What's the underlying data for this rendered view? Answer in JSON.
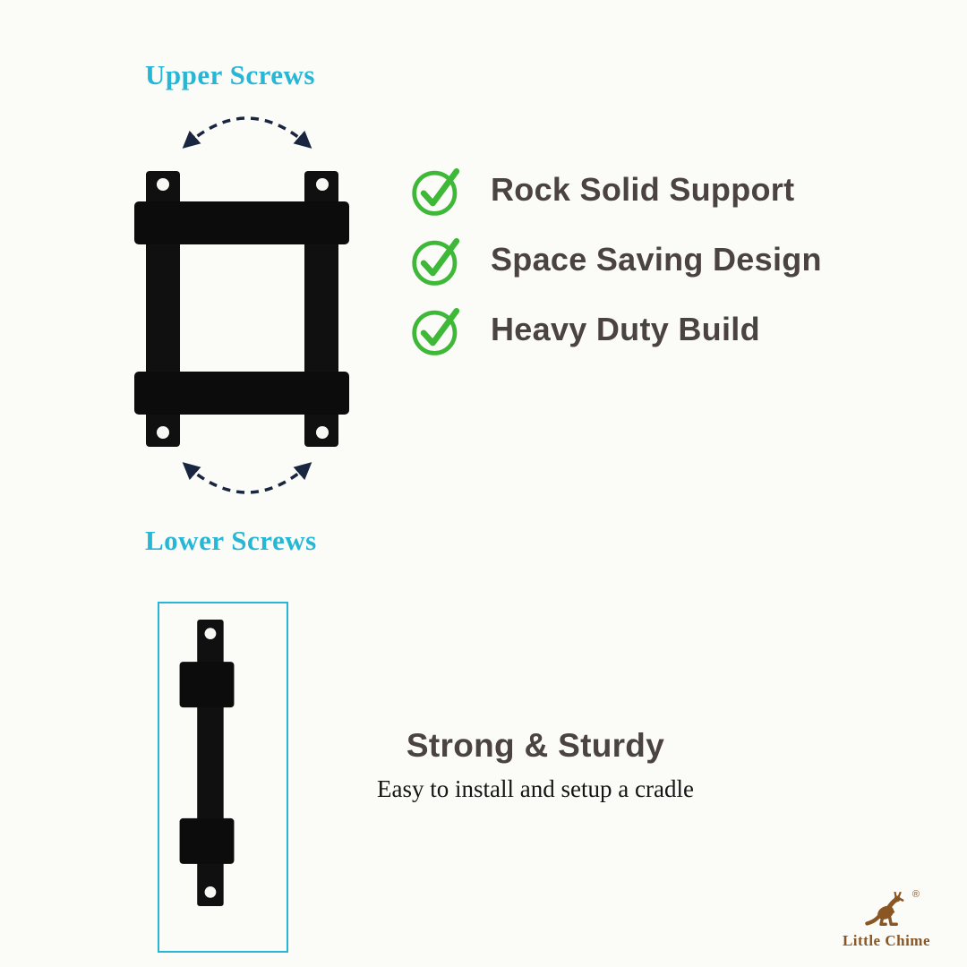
{
  "canvas": {
    "background": "#fbfbf8"
  },
  "annotations": {
    "upper_label": "Upper Screws",
    "lower_label": "Lower Screws",
    "label_color": "#27b7d6",
    "arrow_color": "#1a2540",
    "arrow_style": "dashed-double-headed"
  },
  "product": {
    "front_view": "wall-mount-bracket-front",
    "side_view": "wall-mount-bracket-side",
    "bracket_color": "#0d0d0d",
    "side_view_frame_color": "#27b7d6"
  },
  "features": {
    "check_icon": "green-check-circle",
    "check_color": "#3eb837",
    "items": [
      {
        "label": "Rock Solid Support"
      },
      {
        "label": "Space Saving Design"
      },
      {
        "label": "Heavy Duty Build"
      }
    ]
  },
  "bottom": {
    "title": "Strong & Sturdy",
    "subtitle": "Easy to install and setup a cradle"
  },
  "brand": {
    "name": "Little Chime",
    "registered_mark": "®",
    "icon": "kangaroo-icon",
    "color": "#8a5624"
  }
}
